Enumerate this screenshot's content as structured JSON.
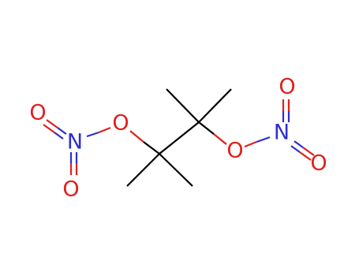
{
  "molecule": {
    "atoms": [
      {
        "id": "o1",
        "element": "O",
        "label": "O",
        "color": "#e0201b"
      },
      {
        "id": "n1",
        "element": "N",
        "label": "N",
        "color": "#2e2ed0"
      },
      {
        "id": "o2",
        "element": "O",
        "label": "O",
        "color": "#e0201b"
      },
      {
        "id": "o3",
        "element": "O",
        "label": "O",
        "color": "#e0201b"
      },
      {
        "id": "o4",
        "element": "O",
        "label": "O",
        "color": "#e0201b"
      },
      {
        "id": "n2",
        "element": "N",
        "label": "N",
        "color": "#2e2ed0"
      },
      {
        "id": "o5",
        "element": "O",
        "label": "O",
        "color": "#e0201b"
      },
      {
        "id": "o6",
        "element": "O",
        "label": "O",
        "color": "#e0201b"
      }
    ],
    "bond_color": "#000000"
  }
}
